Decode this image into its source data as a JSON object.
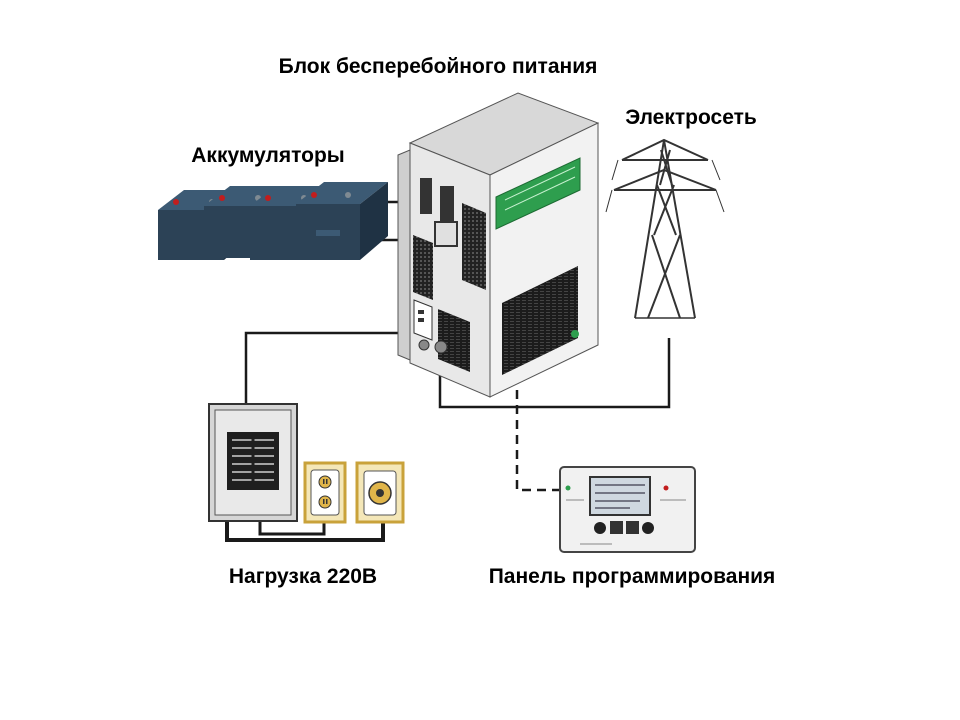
{
  "labels": {
    "ups": "Блок бесперебойного питания",
    "batteries": "Аккумуляторы",
    "grid": "Электросеть",
    "load": "Нагрузка 220В",
    "panel": "Панель программирования"
  },
  "colors": {
    "battery_body": "#2c4256",
    "battery_top": "#3c5a74",
    "ups_body": "#efefef",
    "ups_accent": "#2e9e4e",
    "wire": "#1a1a1a",
    "grille": "#222222"
  },
  "icons": [
    "battery-icon",
    "ups-cabinet-icon",
    "power-pylon-icon",
    "breaker-panel-icon",
    "outlet-icon",
    "control-panel-icon"
  ]
}
